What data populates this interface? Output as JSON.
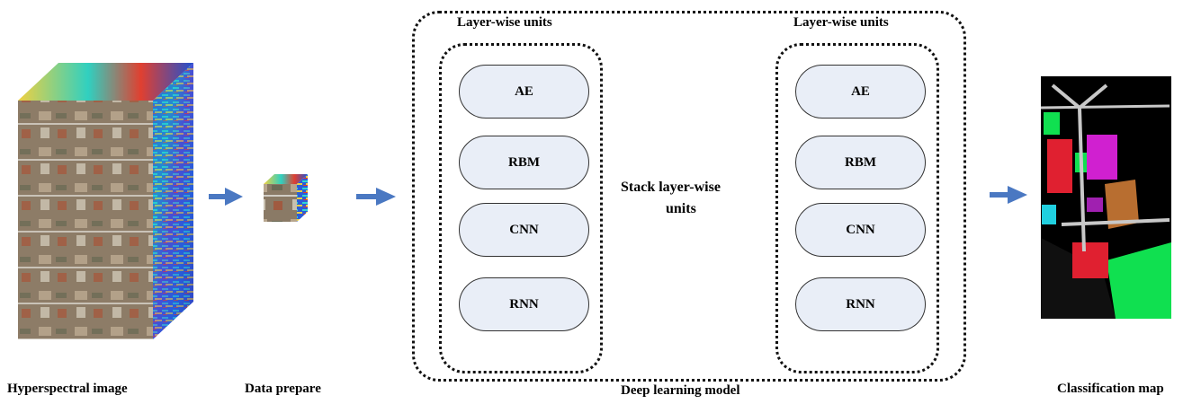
{
  "stages": {
    "hyperspectral_label": "Hyperspectral image",
    "data_prepare_label": "Data prepare",
    "model_label": "Deep learning model",
    "classification_label": "Classification map"
  },
  "model": {
    "left_group_title": "Layer-wise units",
    "right_group_title": "Layer-wise units",
    "center_text_line1": "Stack layer-wise",
    "center_text_line2": "units",
    "left_units": [
      "AE",
      "RBM",
      "CNN",
      "RNN"
    ],
    "right_units": [
      "AE",
      "RBM",
      "CNN",
      "RNN"
    ]
  },
  "colors": {
    "arrow": "#4a78c2",
    "unit_fill": "#e9eef7"
  }
}
